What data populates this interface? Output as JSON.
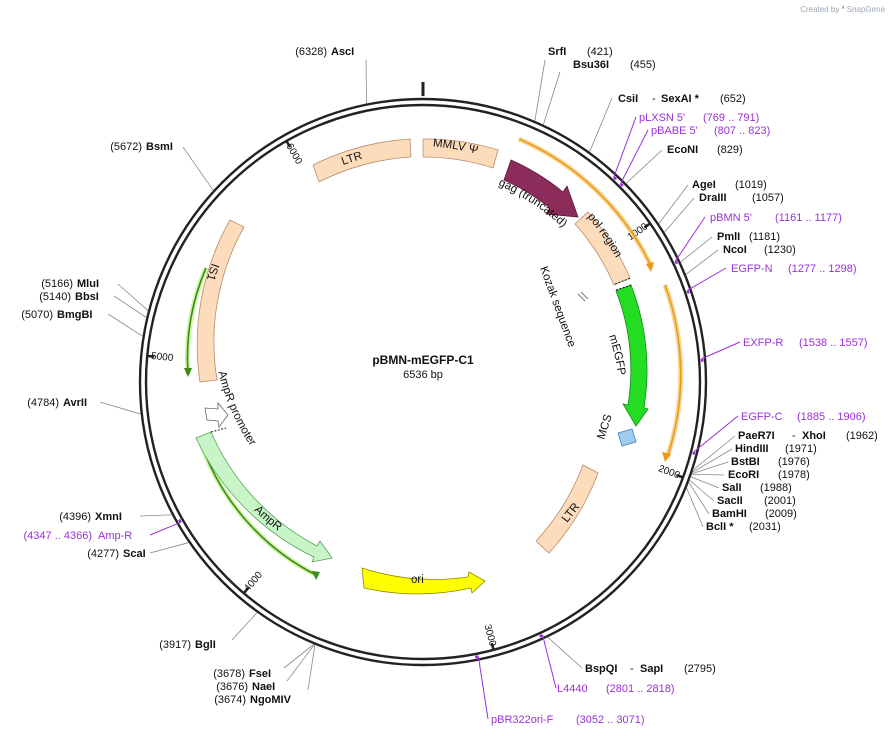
{
  "credit": {
    "prefix": "Created by",
    "brand": "SnapGene"
  },
  "plasmid": {
    "name": "pBMN-mEGFP-C1",
    "length_label": "6536 bp",
    "length": 6536
  },
  "ticks": [
    {
      "pos": 1000,
      "label": "1000"
    },
    {
      "pos": 2000,
      "label": "2000"
    },
    {
      "pos": 3000,
      "label": "3000"
    },
    {
      "pos": 4000,
      "label": "4000"
    },
    {
      "pos": 5000,
      "label": "5000"
    },
    {
      "pos": 6000,
      "label": "6000"
    }
  ],
  "enzymes": [
    {
      "name": "AscI",
      "pos_label": "(6328)"
    },
    {
      "name": "SrfI",
      "pos_label": "(421)"
    },
    {
      "name": "Bsu36I",
      "pos_label": "(455)"
    },
    {
      "name": "CsiI",
      "name2": "SexAI *",
      "pos_label": "(652)"
    },
    {
      "name": "EcoNI",
      "pos_label": "(829)"
    },
    {
      "name": "AgeI",
      "pos_label": "(1019)"
    },
    {
      "name": "DraIII",
      "pos_label": "(1057)"
    },
    {
      "name": "PmlI",
      "pos_label": "(1181)"
    },
    {
      "name": "NcoI",
      "pos_label": "(1230)"
    },
    {
      "name": "PaeR7I",
      "name2": "XhoI",
      "pos_label": "(1962)"
    },
    {
      "name": "HindIII",
      "pos_label": "(1971)"
    },
    {
      "name": "BstBI",
      "pos_label": "(1976)"
    },
    {
      "name": "EcoRI",
      "pos_label": "(1978)"
    },
    {
      "name": "SalI",
      "pos_label": "(1988)"
    },
    {
      "name": "SacII",
      "pos_label": "(2001)"
    },
    {
      "name": "BamHI",
      "pos_label": "(2009)"
    },
    {
      "name": "BclI *",
      "pos_label": "(2031)"
    },
    {
      "name": "BspQI",
      "name2": "SapI",
      "pos_label": "(2795)"
    },
    {
      "name": "BglI",
      "pos_label": "(3917)"
    },
    {
      "name": "FseI",
      "pos_label": "(3678)"
    },
    {
      "name": "NaeI",
      "pos_label": "(3676)"
    },
    {
      "name": "NgoMIV",
      "pos_label": "(3674)"
    },
    {
      "name": "ScaI",
      "pos_label": "(4277)"
    },
    {
      "name": "XmnI",
      "pos_label": "(4396)"
    },
    {
      "name": "AvrII",
      "pos_label": "(4784)"
    },
    {
      "name": "BmgBI",
      "pos_label": "(5070)"
    },
    {
      "name": "BbsI",
      "pos_label": "(5140)"
    },
    {
      "name": "MluI",
      "pos_label": "(5166)"
    },
    {
      "name": "BsmI",
      "pos_label": "(5672)"
    }
  ],
  "primers": [
    {
      "name": "pLXSN 5'",
      "range": "(769 .. 791)"
    },
    {
      "name": "pBABE 5'",
      "range": "(807 .. 823)"
    },
    {
      "name": "pBMN 5'",
      "range": "(1161 .. 1177)"
    },
    {
      "name": "EGFP-N",
      "range": "(1277 .. 1298)"
    },
    {
      "name": "EXFP-R",
      "range": "(1538 .. 1557)"
    },
    {
      "name": "EGFP-C",
      "range": "(1885 .. 1906)"
    },
    {
      "name": "L4440",
      "range": "(2801 .. 2818)"
    },
    {
      "name": "pBR322ori-F",
      "range": "(3052 .. 3071)"
    },
    {
      "name": "Amp-R",
      "range": "(4347 .. 4366)"
    }
  ],
  "features": [
    {
      "name": "LTR",
      "color": "#fddcbc"
    },
    {
      "name": "MMLV Ψ",
      "color": "#fddcbc"
    },
    {
      "name": "gag (truncated)",
      "color": "#8b2c5a"
    },
    {
      "name": "pol region",
      "color": "#fddcbc"
    },
    {
      "name": "Kozak sequence",
      "color": "#999999"
    },
    {
      "name": "mEGFP",
      "color": "#22dd22"
    },
    {
      "name": "MCS",
      "color": "#9fcdf2"
    },
    {
      "name": "LTR",
      "color": "#fddcbc"
    },
    {
      "name": "ori",
      "color": "#ffff00"
    },
    {
      "name": "AmpR",
      "color": "#c8f5c8"
    },
    {
      "name": "AmpR promoter",
      "color": "#ffffff"
    },
    {
      "name": "IS1",
      "color": "#fddcbc"
    }
  ],
  "colors": {
    "backbone": "#222222",
    "primer": "#9b30d9",
    "orf_orange": "#e89a1c",
    "orf_green": "#3b8a1a"
  }
}
